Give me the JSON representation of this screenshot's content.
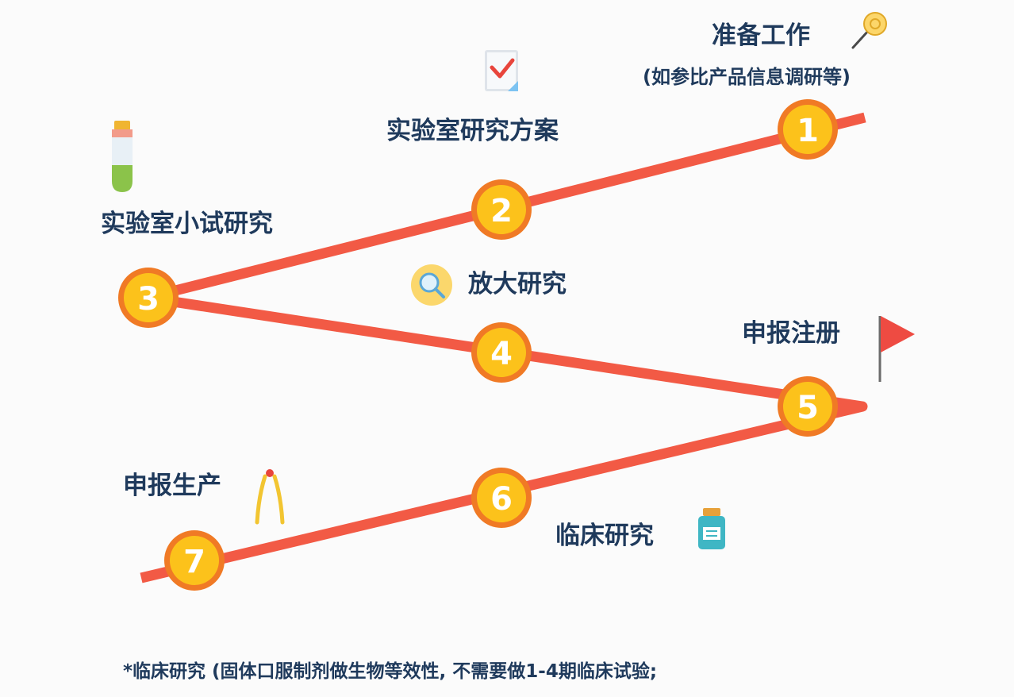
{
  "steps": [
    {
      "num": "1",
      "label": "准备工作",
      "sublabel": "(如参比产品信息调研等)"
    },
    {
      "num": "2",
      "label": "实验室研究方案"
    },
    {
      "num": "3",
      "label": "实验室小试研究"
    },
    {
      "num": "4",
      "label": "放大研究"
    },
    {
      "num": "5",
      "label": "申报注册"
    },
    {
      "num": "6",
      "label": "临床研究"
    },
    {
      "num": "7",
      "label": "申报生产"
    }
  ],
  "footnote": "*临床研究 (固体口服制剂做生物等效性, 不需要做1-4期临床试验;",
  "icons": [
    "lollipop-icon",
    "clipboard-check-icon",
    "test-tube-icon",
    "magnifier-icon",
    "red-flag-icon",
    "medicine-bottle-icon",
    "pliers-icon"
  ],
  "colors": {
    "path": "#f25a45",
    "node_fill": "#fcc21b",
    "node_ring": "#f07a25",
    "text": "#1f3a5c",
    "number": "#ffffff"
  }
}
